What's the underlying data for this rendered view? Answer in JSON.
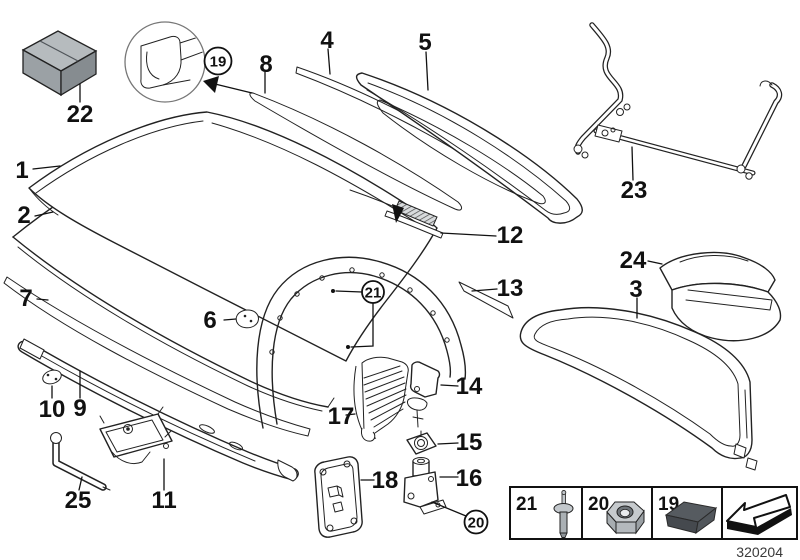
{
  "diagram": {
    "number": "320204",
    "callouts": {
      "n1": "1",
      "n2": "2",
      "n3": "3",
      "n4": "4",
      "n5": "5",
      "n6": "6",
      "n7": "7",
      "n8": "8",
      "n9": "9",
      "n10": "10",
      "n11": "11",
      "n12": "12",
      "n13": "13",
      "n14": "14",
      "n15": "15",
      "n16": "16",
      "n17": "17",
      "n18": "18",
      "n22": "22",
      "n23": "23",
      "n24": "24",
      "n25": "25"
    },
    "circled": {
      "c19": "19",
      "c20": "20",
      "c21": "21"
    },
    "legend": {
      "cells": [
        {
          "label": "21",
          "icon": "blind-rivet-icon"
        },
        {
          "label": "20",
          "icon": "hex-nut-icon"
        },
        {
          "label": "19",
          "icon": "rubber-block-icon"
        },
        {
          "label": "",
          "icon": "install-direction-arrow-icon"
        }
      ]
    },
    "colors": {
      "line": "#222222",
      "box_top": "#b6bbbe",
      "box_front": "#9ba1a5",
      "box_side": "#868c90",
      "block_top": "#565b60",
      "block_front": "#45494e",
      "block_side": "#51565b",
      "metal_light": "#c3c8cc",
      "metal_mid": "#aab0b4",
      "metal_dark": "#8f959a",
      "hatch_bg": "#d8dbdd"
    }
  }
}
